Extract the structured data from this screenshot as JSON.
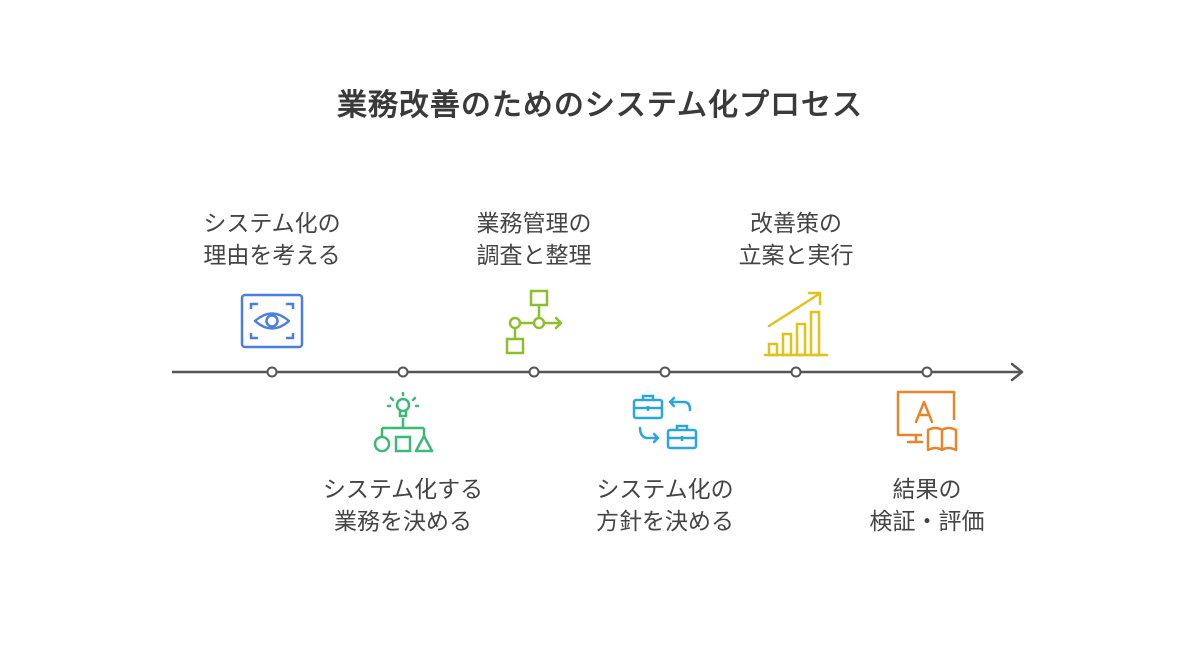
{
  "title": "業務改善のためのシステム化プロセス",
  "steps": [
    {
      "line1": "システム化の",
      "line2": "理由を考える",
      "icon": "eye-scan-icon",
      "color": "#4a7fe0",
      "position": "above"
    },
    {
      "line1": "システム化する",
      "line2": "業務を決める",
      "icon": "idea-shapes-icon",
      "color": "#3cb878",
      "position": "below"
    },
    {
      "line1": "業務管理の",
      "line2": "調査と整理",
      "icon": "flowchart-icon",
      "color": "#8cbf2e",
      "position": "above"
    },
    {
      "line1": "システム化の",
      "line2": "方針を決める",
      "icon": "briefcase-exchange-icon",
      "color": "#2ba6d8",
      "position": "below"
    },
    {
      "line1": "改善策の",
      "line2": "立案と実行",
      "icon": "growth-chart-icon",
      "color": "#e0c21a",
      "position": "above"
    },
    {
      "line1": "結果の",
      "line2": "検証・評価",
      "icon": "learning-screen-icon",
      "color": "#e8842a",
      "position": "below"
    }
  ],
  "colors": {
    "line": "#555555",
    "text": "#444444"
  }
}
